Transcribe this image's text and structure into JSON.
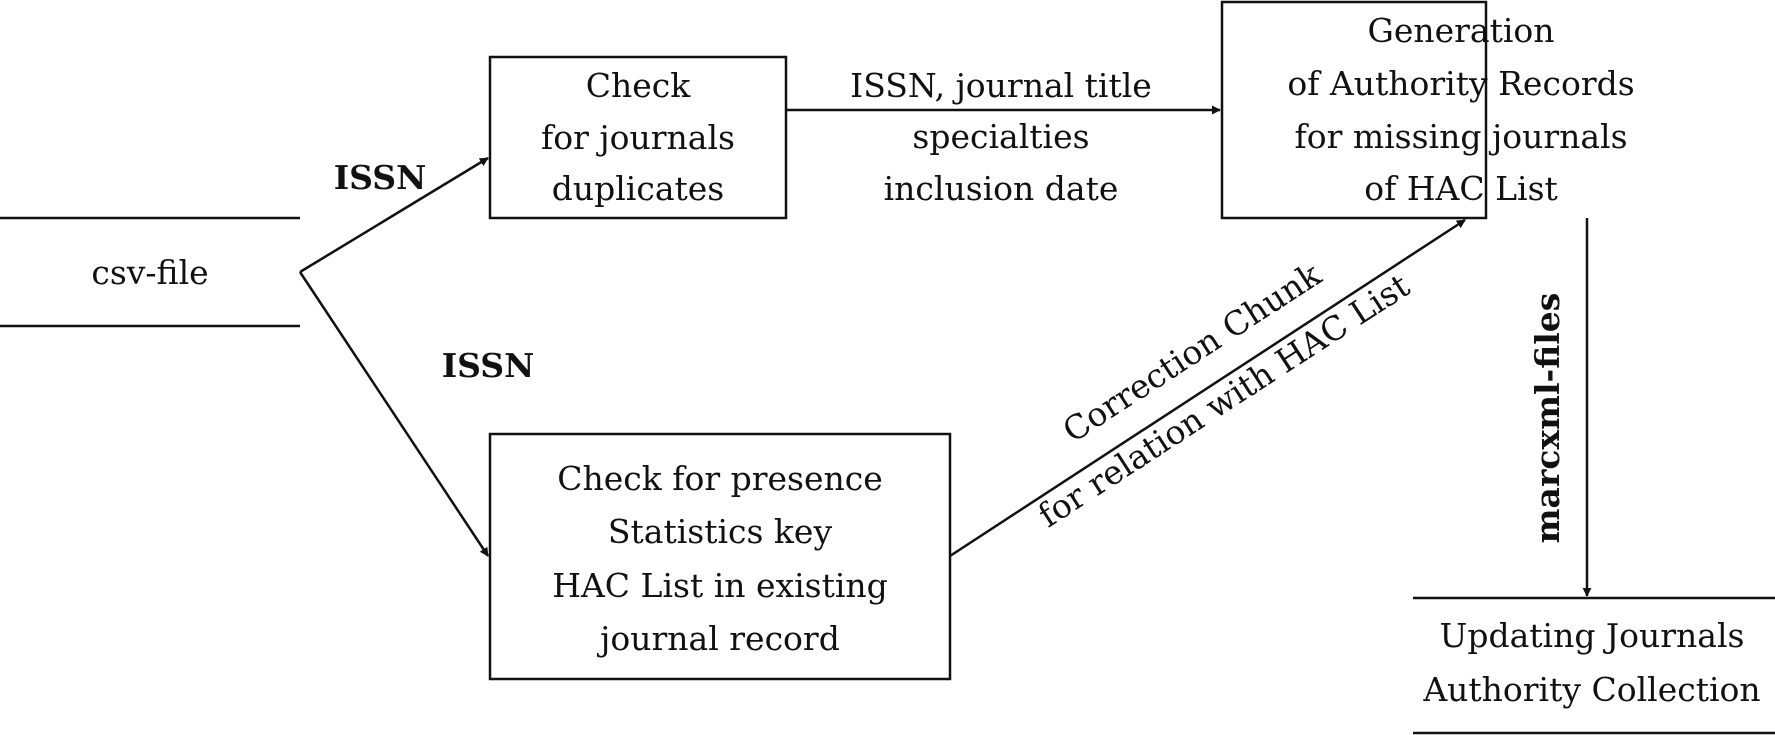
{
  "store_csv": {
    "label": "csv-file"
  },
  "process_duplicates": {
    "lines": [
      "Check",
      "for journals",
      "duplicates"
    ]
  },
  "process_presence": {
    "lines": [
      "Check for presence",
      "Statistics key",
      "HAC List in existing",
      "journal record"
    ]
  },
  "process_generation": {
    "lines": [
      "Generation",
      "of Authority Records",
      "for missing journals",
      "of HAC List"
    ]
  },
  "store_collection": {
    "lines": [
      "Updating Journals",
      "Authority Collection"
    ]
  },
  "flows": {
    "csv_to_duplicates": "ISSN",
    "csv_to_presence": "ISSN",
    "duplicates_to_generation": [
      "ISSN, journal title",
      "specialties",
      "inclusion date"
    ],
    "presence_to_generation": [
      "Correction Chunk",
      "for relation with HAC List"
    ],
    "generation_to_collection": "marcxml-files"
  }
}
